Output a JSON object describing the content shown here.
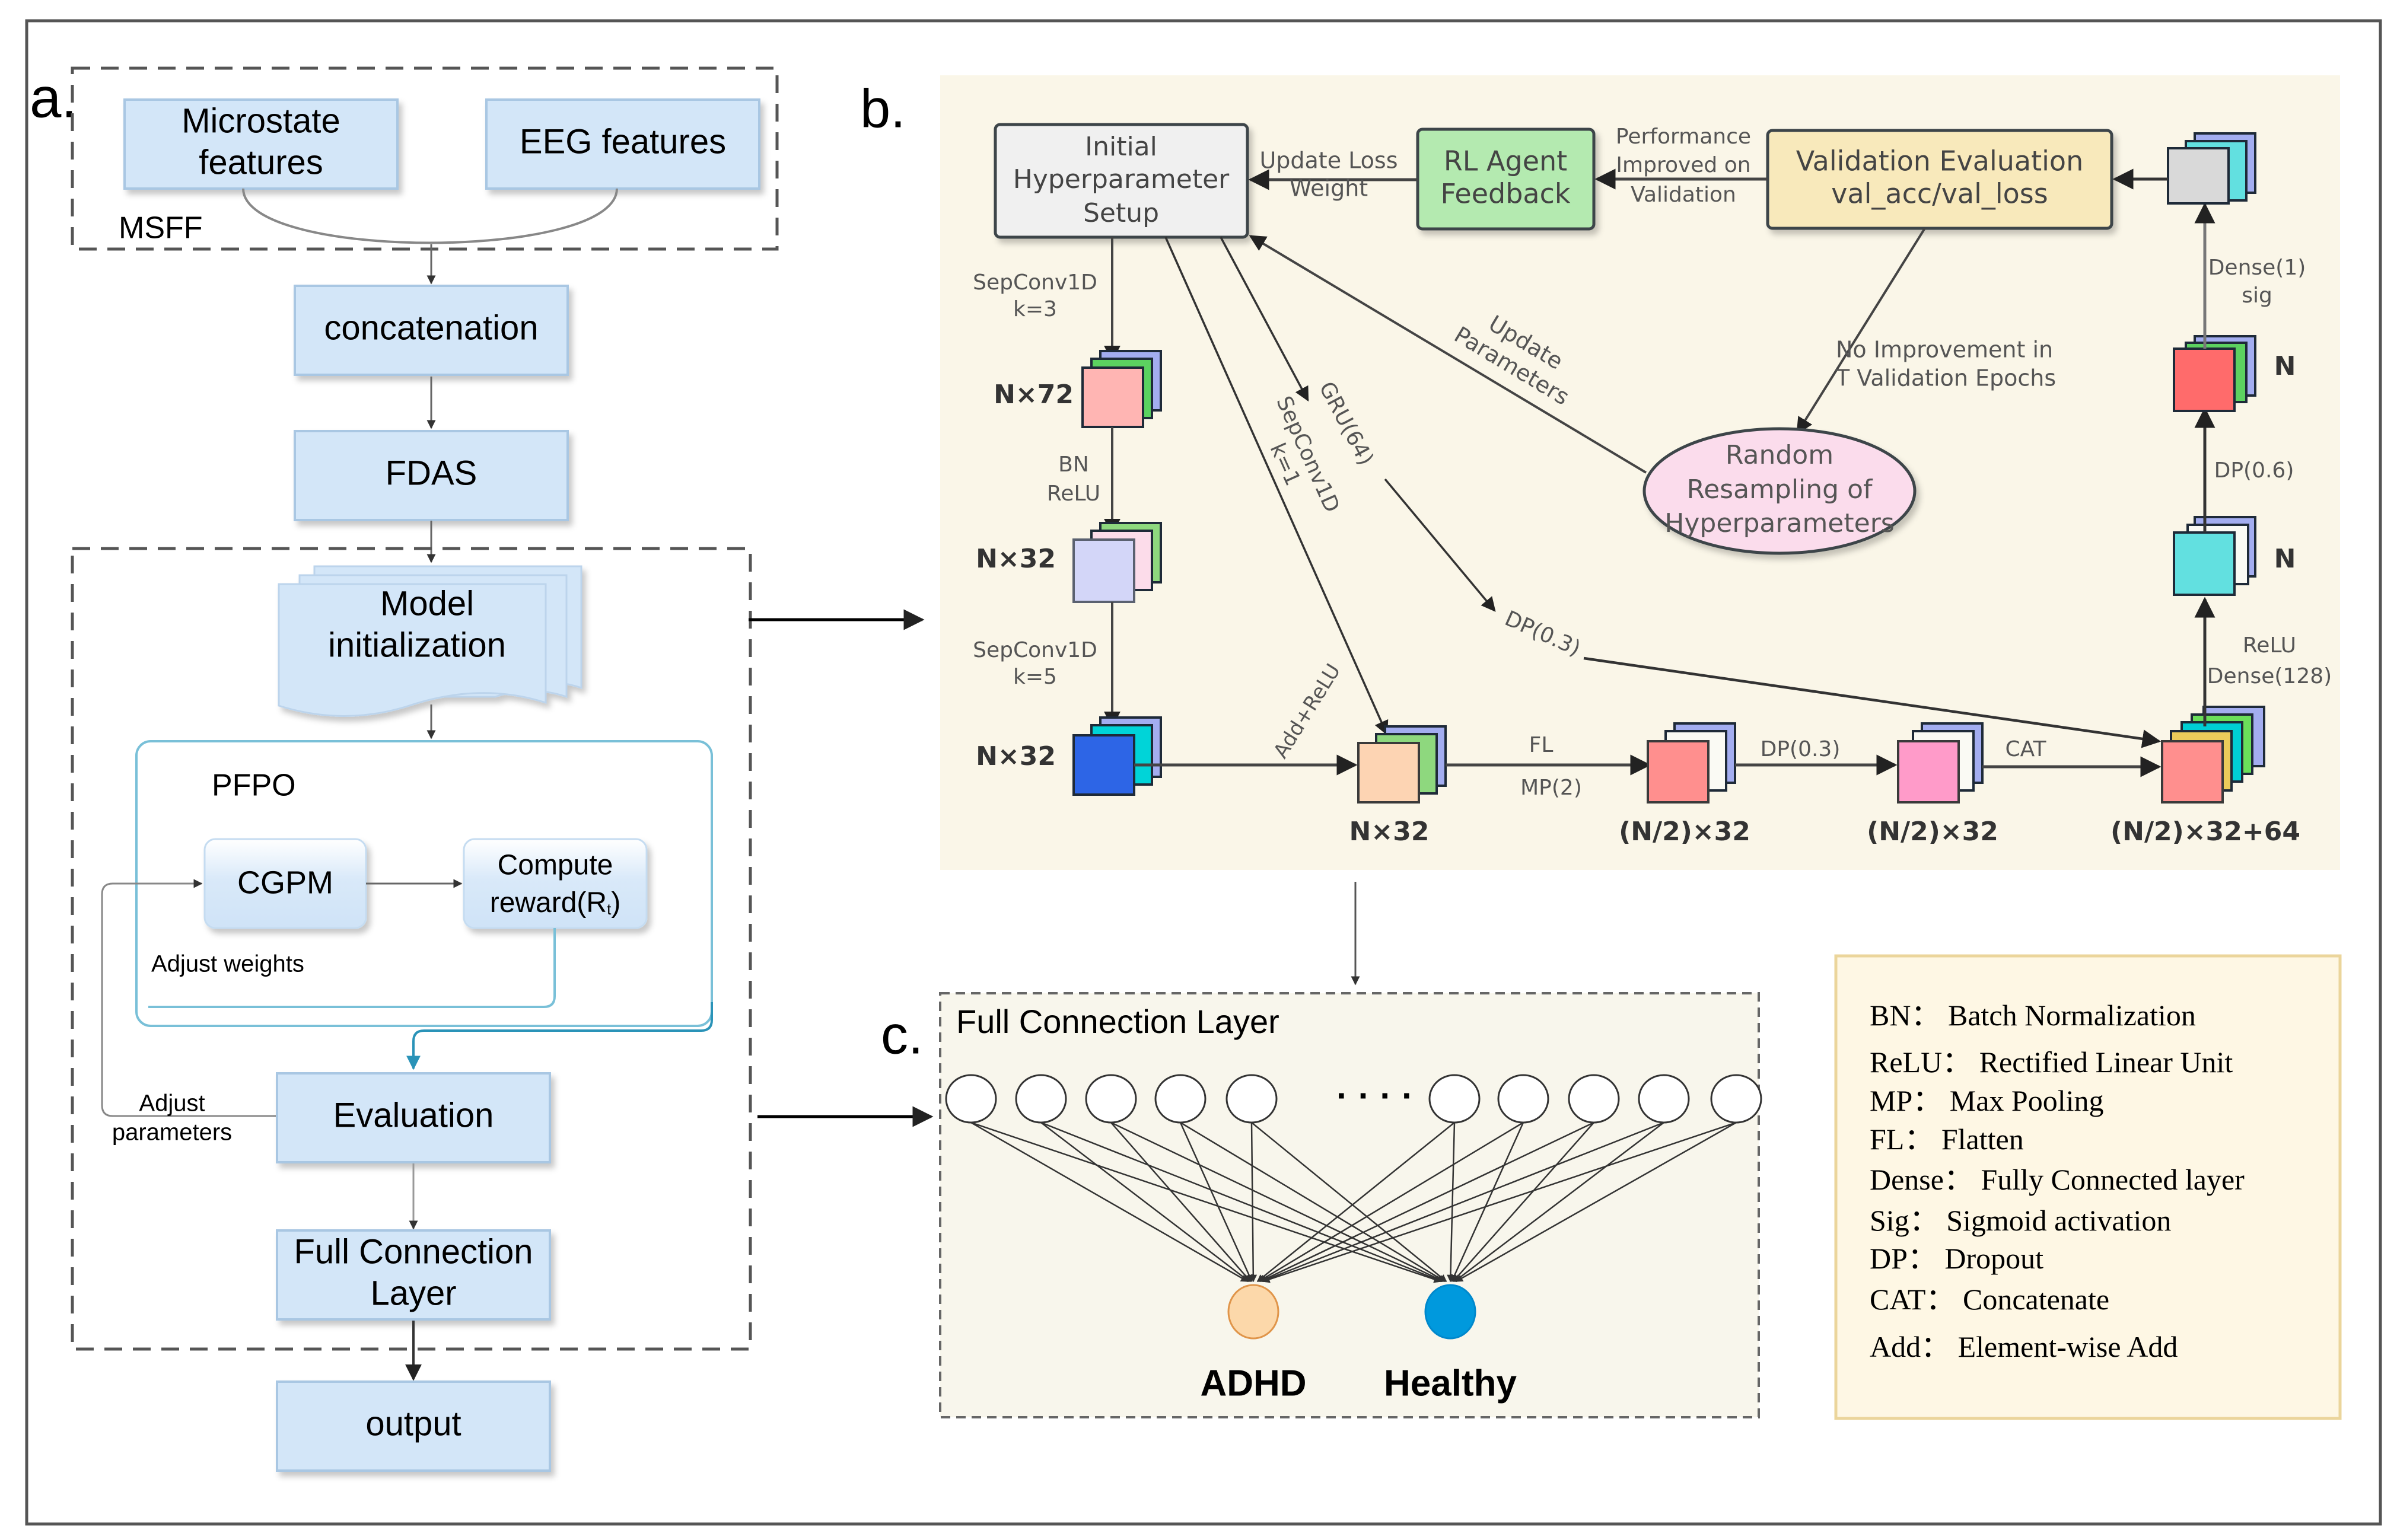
{
  "panel_a": {
    "label": "a.",
    "msff": {
      "group_label": "MSFF",
      "microstate": [
        "Microstate",
        "features"
      ],
      "eeg": "EEG features"
    },
    "concatenation": "concatenation",
    "fdas": "FDAS",
    "model_init": [
      "Model",
      "initialization"
    ],
    "pfpo": {
      "title": "PFPO",
      "cgpm": "CGPM",
      "compute_reward": [
        "Compute",
        "reward(R",
        "t",
        ")"
      ],
      "adjust_weights": "Adjust weights"
    },
    "adjust_parameters": [
      "Adjust",
      "parameters"
    ],
    "evaluation": "Evaluation",
    "full_connection": [
      "Full Connection",
      "Layer"
    ],
    "output": "output"
  },
  "panel_b": {
    "label": "b.",
    "init_setup": [
      "Initial",
      "Hyperparameter",
      "Setup"
    ],
    "rl_agent": [
      "RL Agent",
      "Feedback"
    ],
    "validation_eval": [
      "Validation Evaluation",
      "val_acc/val_loss"
    ],
    "update_loss": [
      "Update Loss",
      "Weight"
    ],
    "performance_improved": [
      "Performance",
      "Improved on",
      "Validation"
    ],
    "no_improvement": [
      "No Improvement in",
      "T Validation Epochs"
    ],
    "random_resampling": [
      "Random",
      "Resampling of",
      "Hyperparameters"
    ],
    "update_parameters": [
      "Update",
      "Parameters"
    ],
    "edge_labels": {
      "sepconv_k3": [
        "SepConv1D",
        "k=3"
      ],
      "bn_relu": [
        "BN",
        "ReLU"
      ],
      "sepconv_k5": [
        "SepConv1D",
        "k=5"
      ],
      "sepconv_k1": [
        "SepConv1D",
        "k=1"
      ],
      "gru": "GRU(64)",
      "dp_03_branch": "DP(0.3)",
      "add_relu": "Add+ReLU",
      "fl": "FL",
      "mp": "MP(2)",
      "dp_03": "DP(0.3)",
      "cat": "CAT",
      "relu_dense": [
        "ReLU",
        "Dense(128)"
      ],
      "dp_06": "DP(0.6)",
      "dense_sig": [
        "Dense(1)",
        "sig"
      ]
    },
    "shape_labels": {
      "n72": "N×72",
      "n32_a": "N×32",
      "n32_b": "N×32",
      "n32_c": "N×32",
      "half32_a": "(N/2)×32",
      "half32_b": "(N/2)×32",
      "concat": "(N/2)×32+64",
      "n_a": "N",
      "n_b": "N"
    }
  },
  "panel_c": {
    "label": "c.",
    "title": "Full Connection Layer",
    "ellipsis": "· · · ·",
    "outputs": [
      "ADHD",
      "Healthy"
    ],
    "output_colors": [
      "#fcd8aa",
      "#0099dd"
    ]
  },
  "legend": [
    {
      "abbr": "BN",
      "desc": "Batch Normalization"
    },
    {
      "abbr": "ReLU",
      "desc": "Rectified Linear Unit"
    },
    {
      "abbr": "MP",
      "desc": "Max Pooling"
    },
    {
      "abbr": "FL",
      "desc": "Flatten"
    },
    {
      "abbr": "Dense",
      "desc": "Fully Connected layer"
    },
    {
      "abbr": "Sig",
      "desc": "Sigmoid activation"
    },
    {
      "abbr": "DP",
      "desc": "Dropout"
    },
    {
      "abbr": "CAT",
      "desc": "Concatenate"
    },
    {
      "abbr": "Add",
      "desc": "Element-wise Add"
    }
  ],
  "colors": {
    "box_blue": "#d3e6f8",
    "box_blue_border": "#a9c7e3",
    "pfpo_border": "#79c0d8",
    "panel_b_bg": "#faf6e8",
    "panel_c_bg": "#f8f6ec",
    "legend_bg": "#fef7e4",
    "legend_border": "#ebd59b",
    "init_setup": "#f0f0f0",
    "rl_agent": "#b4eab0",
    "validation": "#f8e9bb",
    "resampling": "#fbdcec",
    "arrow_teal": "#2a93b8"
  }
}
